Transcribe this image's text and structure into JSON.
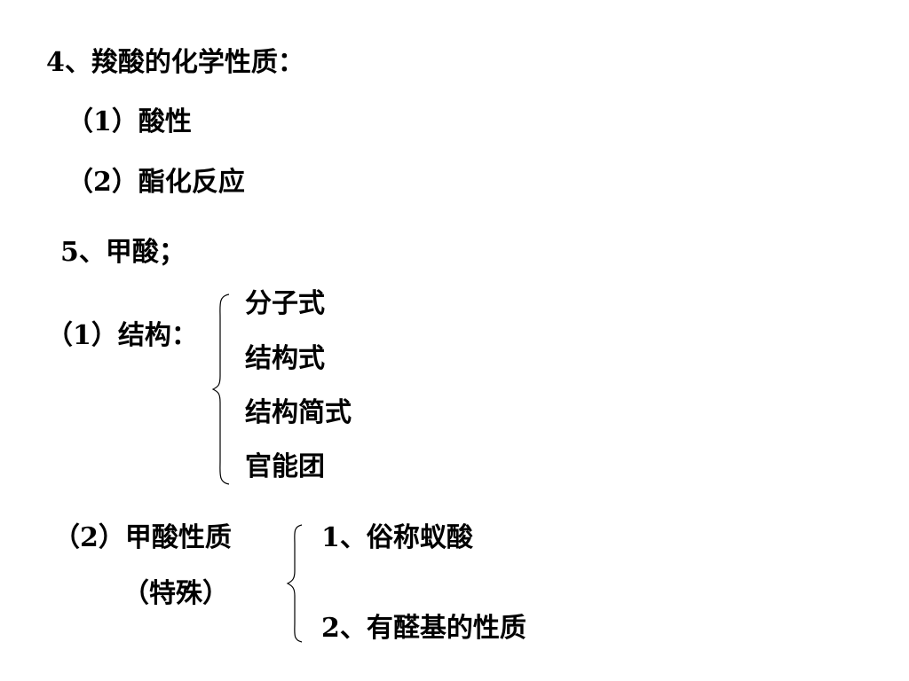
{
  "lines": {
    "l1": "4、羧酸的化学性质：",
    "l2": "（1）酸性",
    "l3": "（2）酯化反应",
    "l4": "5、甲酸；",
    "l5_label": "（1）结构：",
    "l5_items": [
      "分子式",
      "结构式",
      "结构简式",
      "官能团"
    ],
    "l6_label": "（2）甲酸性质",
    "l6_sub": "（特殊）",
    "l6_items": [
      "1、俗称蚁酸",
      "2、有醛基的性质"
    ]
  }
}
